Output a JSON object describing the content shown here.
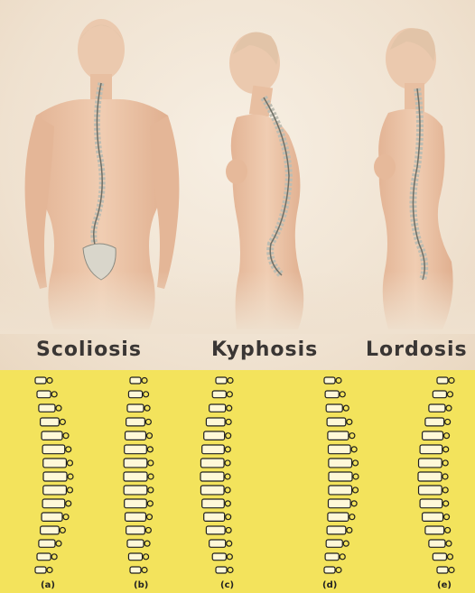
{
  "conditions": {
    "scoliosis": "Scoliosis",
    "kyphosis": "Kyphosis",
    "lordosis": "Lordosis"
  },
  "panes": [
    "(a)",
    "(b)",
    "(c)",
    "(d)",
    "(e)"
  ],
  "colors": {
    "top_background": "#efe1cf",
    "skin": "#ebc3a6",
    "hair": "#e6cbb3",
    "spine_bone": "#dcdcd2",
    "bottom_background": "#f3e35c",
    "vertebra_outline": "#1e1e1e"
  }
}
